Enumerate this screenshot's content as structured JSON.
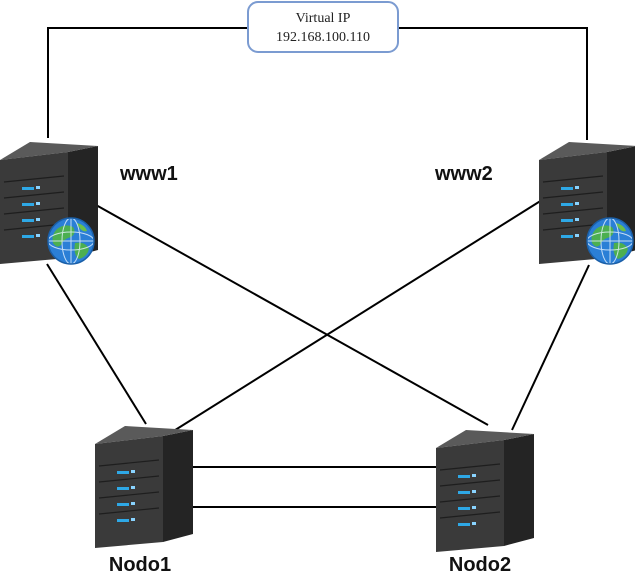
{
  "vip": {
    "title": "Virtual IP",
    "address": "192.168.100.110",
    "border_color": "#7b9bd1"
  },
  "nodes": {
    "www1": {
      "label": "www1",
      "icon": "web-server-icon"
    },
    "www2": {
      "label": "www2",
      "icon": "web-server-icon"
    },
    "nodo1": {
      "label": "Nodo1",
      "icon": "server-icon"
    },
    "nodo2": {
      "label": "Nodo2",
      "icon": "server-icon"
    }
  },
  "colors": {
    "line": "#000000",
    "server_body": "#3b3b3b",
    "server_side": "#262626",
    "led": "#2ea8e6",
    "globe_ocean": "#2b7fd6",
    "globe_land": "#4caf50"
  }
}
